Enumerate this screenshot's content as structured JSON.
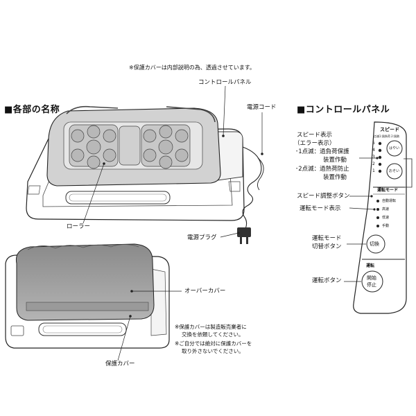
{
  "top_note": "※保護カバーは内部説明の為、透過させています。",
  "left_section": {
    "heading": "■各部の名称",
    "label_control_panel": "コントロールパネル",
    "label_power_cord": "電源コード",
    "label_roller": "ローラー",
    "label_power_plug": "電源プラグ",
    "label_over_cover": "オーバーカバー",
    "label_protective_cover": "保護カバー",
    "note_line1": "※保護カバーは製造販売業者に",
    "note_line2": "交換を依頼してください。",
    "note_line3": "※ご自分では絶対に保護カバーを",
    "note_line4": "取り外さないでください。"
  },
  "right_section": {
    "heading": "■コントロールパネル",
    "speed_display": "スピード表示",
    "error_display": "（エラー表示）",
    "blink1_line1": "･1点滅：過負荷保護",
    "blink1_line2": "装置作動",
    "blink2_line1": "･2点滅：過熱荷防止",
    "blink2_line2": "装置作動",
    "speed_adjust_button": "スピード調整ボタン",
    "mode_display": "運転モード表示",
    "mode_switch_line1": "運転モード",
    "mode_switch_line2": "切替ボタン",
    "run_button_label": "運転ボタン"
  },
  "panel": {
    "speed_title": "スピード",
    "speed_subtitle": "点滅1:過負荷 2:過熱",
    "levels": [
      "5",
      "4",
      "3",
      "2",
      "1"
    ],
    "fast_btn": "はやい",
    "slow_btn": "おそい",
    "mode_title": "運転モード",
    "modes": [
      "自動運転",
      "高速",
      "低速",
      "手動"
    ],
    "switch_btn": "切換",
    "run_title": "運転",
    "start_stop_line1": "開始",
    "start_stop_line2": "停止"
  }
}
